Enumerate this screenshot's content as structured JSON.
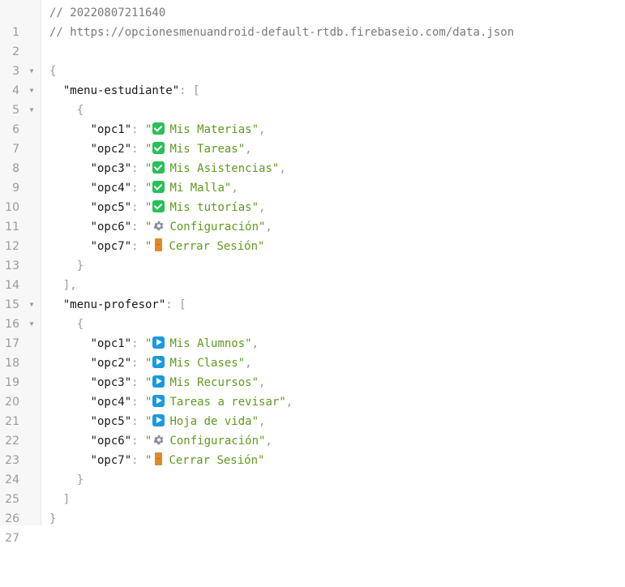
{
  "editor": {
    "lines": [
      {
        "n": "1",
        "comment": "// 20220807211640"
      },
      {
        "n": "2",
        "comment": "// https://opcionesmenuandroid-default-rtdb.firebaseio.com/data.json"
      },
      {
        "n": "3"
      },
      {
        "n": "4",
        "fold": true,
        "text": "{"
      },
      {
        "n": "5",
        "fold": true,
        "key": "\"menu-estudiante\"",
        "after": ": ["
      },
      {
        "n": "6",
        "fold": true,
        "text": "{"
      },
      {
        "n": "7",
        "key": "\"opc1\"",
        "icon": "check",
        "value": "Mis Materias",
        "comma": true
      },
      {
        "n": "8",
        "key": "\"opc2\"",
        "icon": "check",
        "value": "Mis Tareas",
        "comma": true
      },
      {
        "n": "9",
        "key": "\"opc3\"",
        "icon": "check",
        "value": "Mis Asistencias",
        "comma": true
      },
      {
        "n": "10",
        "key": "\"opc4\"",
        "icon": "check",
        "value": "Mi Malla",
        "comma": true
      },
      {
        "n": "11",
        "key": "\"opc5\"",
        "icon": "check",
        "value": "Mis tutorías",
        "comma": true
      },
      {
        "n": "12",
        "key": "\"opc6\"",
        "icon": "gear",
        "value": "Configuración",
        "comma": true
      },
      {
        "n": "13",
        "key": "\"opc7\"",
        "icon": "door",
        "value": "Cerrar Sesión",
        "comma": false
      },
      {
        "n": "14",
        "text": "}"
      },
      {
        "n": "15",
        "text": "],"
      },
      {
        "n": "16",
        "fold": true,
        "key": "\"menu-profesor\"",
        "after": ": ["
      },
      {
        "n": "17",
        "fold": true,
        "text": "{"
      },
      {
        "n": "18",
        "key": "\"opc1\"",
        "icon": "play",
        "value": "Mis Alumnos",
        "comma": true
      },
      {
        "n": "19",
        "key": "\"opc2\"",
        "icon": "play",
        "value": "Mis Clases",
        "comma": true
      },
      {
        "n": "20",
        "key": "\"opc3\"",
        "icon": "play",
        "value": "Mis Recursos",
        "comma": true
      },
      {
        "n": "21",
        "key": "\"opc4\"",
        "icon": "play",
        "value": "Tareas a revisar",
        "comma": true
      },
      {
        "n": "22",
        "key": "\"opc5\"",
        "icon": "play",
        "value": "Hoja de vida",
        "comma": true
      },
      {
        "n": "23",
        "key": "\"opc6\"",
        "icon": "gear",
        "value": "Configuración",
        "comma": true
      },
      {
        "n": "24",
        "key": "\"opc7\"",
        "icon": "door",
        "value": "Cerrar Sesión",
        "comma": false
      },
      {
        "n": "25",
        "text": "}"
      },
      {
        "n": "26",
        "text": "]"
      },
      {
        "n": "27",
        "text": "}"
      }
    ],
    "fold_glyph": "▼",
    "colors": {
      "key": "#1a1a1a",
      "string": "#5f9a1e",
      "punctuation": "#9a9a9a",
      "comment": "#7a7a7a",
      "check_icon": "#27c05a",
      "play_icon": "#1a9ae0",
      "door_icon": "#e08a2c",
      "gear_icon": "#8e8a99"
    }
  }
}
